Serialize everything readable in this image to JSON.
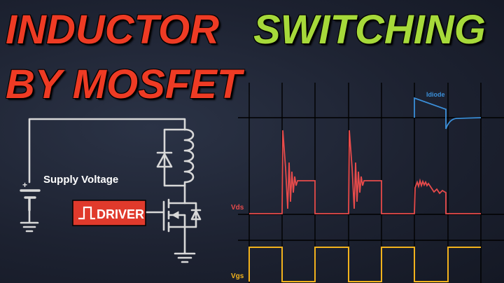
{
  "title": {
    "line1_a": "INDUCTOR",
    "line1_b": "SWITCHING",
    "line2": "BY MOSFET",
    "color_a": "#ee3b24",
    "color_b": "#a6d93a"
  },
  "circuit": {
    "supply_label": "Supply Voltage",
    "battery_plus": "+",
    "driver_label": "DRIVER",
    "driver_color": "#e03a2c",
    "wire_color": "#d8d8d8"
  },
  "waveforms": {
    "idiode_label": "Idiode",
    "vds_label": "Vds",
    "vgs_label": "Vgs",
    "idiode_color": "#3b8fd9",
    "vds_color": "#e84b4b",
    "vgs_color": "#f2b21c",
    "grid_color": "#000000"
  }
}
